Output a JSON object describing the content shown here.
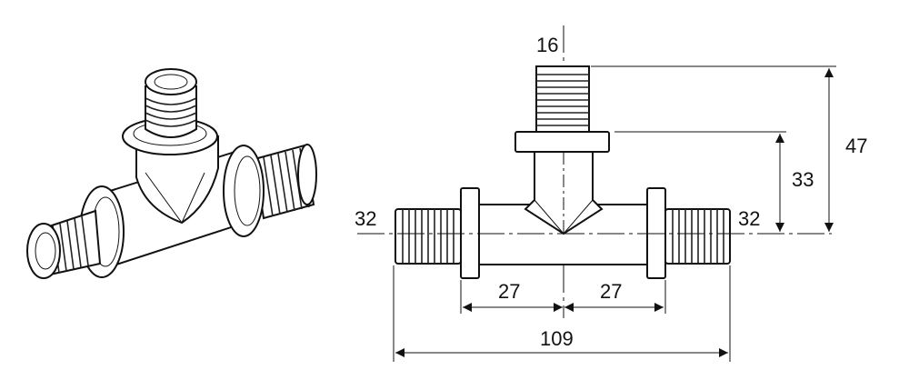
{
  "title": "Tee fitting technical drawing",
  "dimensions": {
    "branch_diameter": "16",
    "left_diameter": "32",
    "right_diameter": "32",
    "height_total": "47",
    "height_flange": "33",
    "half_left": "27",
    "half_right": "27",
    "total_length": "109"
  }
}
